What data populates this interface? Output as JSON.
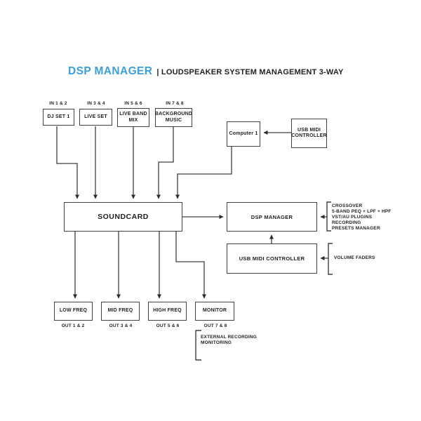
{
  "title": {
    "brand": "DSP MANAGER",
    "subtitle": "| LOUDSPEAKER SYSTEM MANAGEMENT 3-WAY"
  },
  "colors": {
    "accent": "#3aa0da",
    "line": "#3f3f3f",
    "box_border": "#414141",
    "text": "#1f1f1f",
    "background": "#ffffff"
  },
  "inputs": [
    {
      "port": "IN 1 & 2",
      "label": "DJ SET 1"
    },
    {
      "port": "IN 3 & 4",
      "label": "LIVE SET"
    },
    {
      "port": "IN 5 & 6",
      "label": "LIVE BAND MIX"
    },
    {
      "port": "IN 7 & 8",
      "label": "BACKGROUND MUSIC"
    }
  ],
  "computer": {
    "label": "Computer 1"
  },
  "usb_midi_top": {
    "label": "USB MIDI CONTROLLER"
  },
  "soundcard": {
    "label": "SOUNDCARD"
  },
  "dsp_manager": {
    "label": "DSP MANAGER",
    "features": [
      "CROSSOVER",
      "5-BAND PEQ + LPF + HPF",
      "VST/AU PLUGINS",
      "RECORDING",
      "PRESETS MANAGER"
    ]
  },
  "usb_midi_bottom": {
    "label": "USB MIDI CONTROLLER",
    "annotation": "VOLUME FADERS"
  },
  "outputs": [
    {
      "label": "LOW FREQ",
      "port": "OUT 1 & 2"
    },
    {
      "label": "MID FREQ",
      "port": "OUT 3 & 4"
    },
    {
      "label": "HIGH FREQ",
      "port": "OUT 5 & 6"
    },
    {
      "label": "MONITOR",
      "port": "OUT 7 & 8"
    }
  ],
  "monitor_note": [
    "EXTERNAL RECORDING",
    "MONITORING"
  ]
}
